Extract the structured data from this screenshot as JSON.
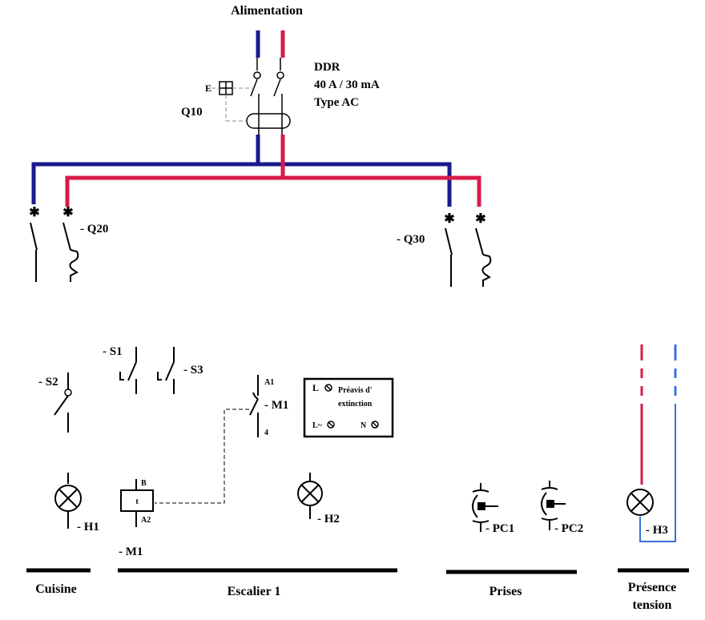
{
  "title": "Alimentation",
  "ddr": {
    "name": "DDR",
    "rating": "40 A / 30 mA",
    "type": "Type AC",
    "ref": "Q10",
    "test": "E"
  },
  "breakers": {
    "q20": "- Q20",
    "q30": "- Q30"
  },
  "switches": {
    "s1": "- S1",
    "s2": "- S2",
    "s3": "- S3"
  },
  "minuterie": {
    "contact": "- M1",
    "coil": "- M1",
    "a1": "A1",
    "a2": "A2",
    "b": "B",
    "t": "t",
    "four": "4",
    "box": {
      "l": "L",
      "preavis_line1": "Préavis d'",
      "preavis_line2": "extinction",
      "lnull": "L~",
      "n": "N"
    }
  },
  "lamps": {
    "h1": "- H1",
    "h2": "- H2",
    "h3": "- H3"
  },
  "sockets": {
    "pc1": "- PC1",
    "pc2": "- PC2"
  },
  "groups": {
    "cuisine": "Cuisine",
    "escalier": "Escalier 1",
    "prises": "Prises",
    "presence_1": "Présence",
    "presence_2": "tension"
  },
  "colors": {
    "neutral": "#1a1a8c",
    "phase": "#d81b4a",
    "light_blue": "#3a6fd8"
  }
}
